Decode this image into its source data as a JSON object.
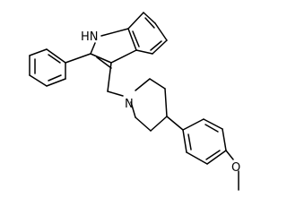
{
  "molecule": {
    "atoms": {
      "indole_nh": "HN",
      "piperidine_n": "N",
      "ether_o": "O"
    }
  },
  "colors": {
    "background": "#ffffff",
    "bond": "#000000",
    "label": "#000000"
  }
}
